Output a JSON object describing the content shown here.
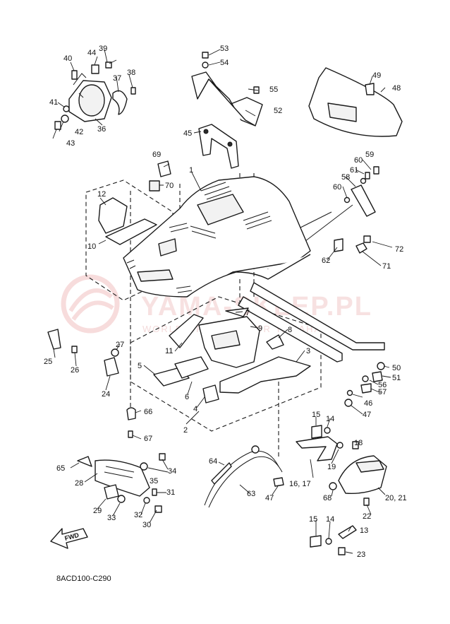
{
  "diagram": {
    "code": "8ACD100-C290",
    "fwd_label": "FWD",
    "watermark": {
      "brand": "YAMA-SKLEP.PL",
      "tagline": "WORLD OF PARTS FOR YAMAHA"
    },
    "callouts": [
      "1",
      "2",
      "3",
      "4",
      "5",
      "6",
      "7",
      "8",
      "9",
      "10",
      "11",
      "12",
      "13",
      "14",
      "15",
      "16, 17",
      "18",
      "19",
      "20, 21",
      "22",
      "23",
      "24",
      "25",
      "26",
      "27",
      "28",
      "29",
      "30",
      "31",
      "32",
      "33",
      "34",
      "35",
      "36",
      "37",
      "38",
      "39",
      "40",
      "41",
      "42",
      "43",
      "44",
      "45",
      "46",
      "47",
      "48",
      "49",
      "50",
      "51",
      "52",
      "53",
      "54",
      "55",
      "56",
      "57",
      "58",
      "59",
      "60",
      "61",
      "62",
      "63",
      "64",
      "65",
      "66",
      "67",
      "68",
      "69",
      "70",
      "71",
      "72"
    ],
    "callouts_repeat": {
      "15b": "15",
      "14b": "14",
      "47b": "47",
      "60b": "60"
    }
  }
}
